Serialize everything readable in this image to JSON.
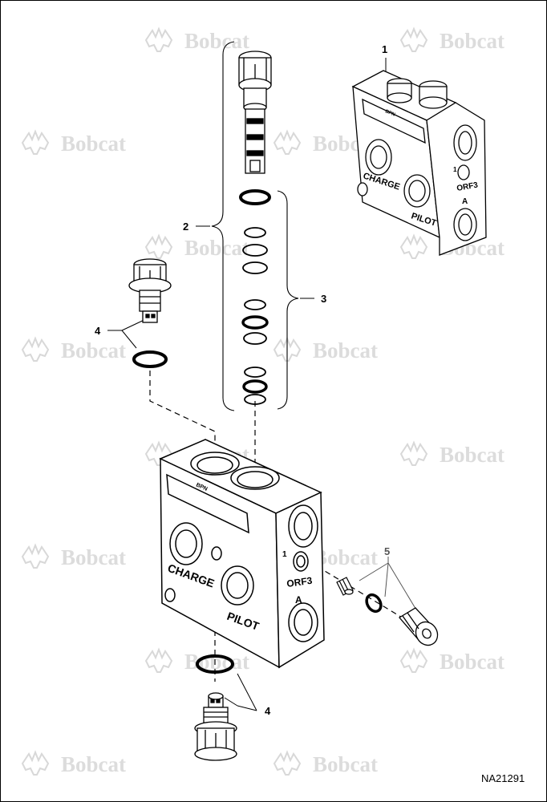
{
  "figure_id": "NA21291",
  "watermark": {
    "brand": "Bobcat",
    "color": "#dcdcdc"
  },
  "callouts": [
    "1",
    "2",
    "3",
    "4",
    "4",
    "5"
  ],
  "small_block": {
    "ports": {
      "charge": "CHARGE",
      "pilot": "PILOT",
      "orf": "ORF3",
      "a": "A",
      "bpn": "BPN",
      "one": "1"
    }
  },
  "large_block": {
    "ports": {
      "charge": "CHARGE",
      "pilot": "PILOT",
      "orf": "ORF3",
      "a": "A",
      "bpn": "BPN",
      "one": "1"
    }
  },
  "colors": {
    "line": "#000000",
    "callout5": "#555555"
  }
}
